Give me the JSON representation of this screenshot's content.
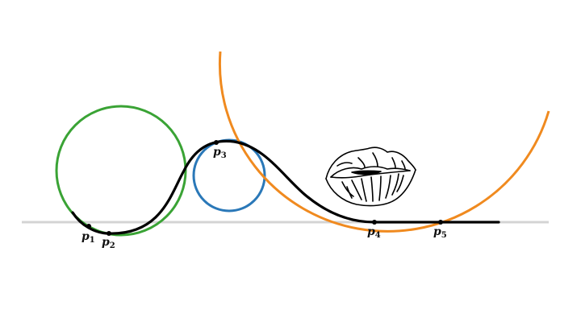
{
  "colors": {
    "baseline": "#d4d4d4",
    "curve": "#000000",
    "green_circle": "#3aa335",
    "blue_circle": "#2a78b8",
    "orange_circle": "#f08a1f",
    "point": "#000000"
  },
  "points": [
    {
      "base": "p",
      "sub": "1"
    },
    {
      "base": "p",
      "sub": "2"
    },
    {
      "base": "p",
      "sub": "3"
    },
    {
      "base": "p",
      "sub": "4"
    },
    {
      "base": "p",
      "sub": "5"
    }
  ],
  "icons": {
    "lips": "lips-icon"
  }
}
